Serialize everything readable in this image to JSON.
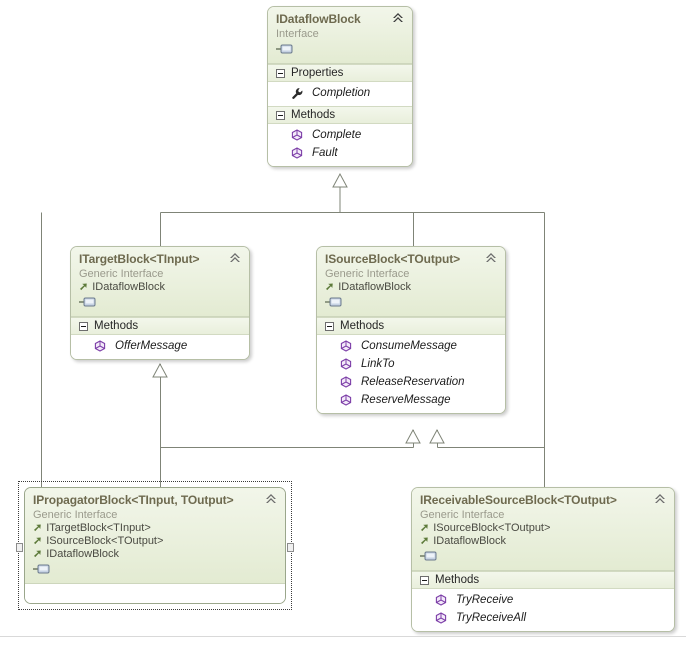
{
  "diagram": {
    "kind": "uml-class-diagram",
    "colors": {
      "node_border": "#b6bfa6",
      "header_gradient_top": "#f2f6ea",
      "header_gradient_bottom": "#e3ebd2",
      "title_text": "#6e6a4f",
      "stereotype_text": "#9a9a8c",
      "compartment_band": "#e9efdc",
      "connector": "#7f8477",
      "method_icon": "#7d3fa8",
      "property_icon": "#3a3a3a",
      "inherit_arrow": "#5d7a3a",
      "canvas": "#ffffff"
    },
    "icons": {
      "collapse": "chevron-double-up-icon",
      "expander": "minus-box-icon",
      "interface_port": "lollipop-interface-icon",
      "method": "method-cube-icon",
      "property": "property-wrench-icon",
      "inheritance_ref": "inherit-arrow-icon"
    }
  },
  "nodes": [
    {
      "id": "idataflowblock",
      "title": "IDataflowBlock",
      "stereotype": "Interface",
      "bases": [],
      "compartments": [
        {
          "label": "Properties",
          "members": [
            "Completion"
          ],
          "member_icon": "property-wrench-icon"
        },
        {
          "label": "Methods",
          "members": [
            "Complete",
            "Fault"
          ],
          "member_icon": "method-cube-icon"
        }
      ],
      "selected": false
    },
    {
      "id": "itargetblock",
      "title": "ITargetBlock<TInput>",
      "stereotype": "Generic Interface",
      "bases": [
        "IDataflowBlock"
      ],
      "compartments": [
        {
          "label": "Methods",
          "members": [
            "OfferMessage"
          ],
          "member_icon": "method-cube-icon"
        }
      ],
      "selected": false
    },
    {
      "id": "isourceblock",
      "title": "ISourceBlock<TOutput>",
      "stereotype": "Generic Interface",
      "bases": [
        "IDataflowBlock"
      ],
      "compartments": [
        {
          "label": "Methods",
          "members": [
            "ConsumeMessage",
            "LinkTo",
            "ReleaseReservation",
            "ReserveMessage"
          ],
          "member_icon": "method-cube-icon"
        }
      ],
      "selected": false
    },
    {
      "id": "ipropagatorblock",
      "title": "IPropagatorBlock<TInput, TOutput>",
      "stereotype": "Generic Interface",
      "bases": [
        "ITargetBlock<TInput>",
        "ISourceBlock<TOutput>",
        "IDataflowBlock"
      ],
      "compartments": [],
      "selected": true
    },
    {
      "id": "ireceivablesourceblock",
      "title": "IReceivableSourceBlock<TOutput>",
      "stereotype": "Generic Interface",
      "bases": [
        "ISourceBlock<TOutput>",
        "IDataflowBlock"
      ],
      "compartments": [
        {
          "label": "Methods",
          "members": [
            "TryReceive",
            "TryReceiveAll"
          ],
          "member_icon": "method-cube-icon"
        }
      ],
      "selected": false
    }
  ],
  "connections": [
    {
      "from": "itargetblock",
      "to": "idataflowblock",
      "type": "inheritance"
    },
    {
      "from": "isourceblock",
      "to": "idataflowblock",
      "type": "inheritance"
    },
    {
      "from": "ipropagatorblock",
      "to": "itargetblock",
      "type": "inheritance"
    },
    {
      "from": "ipropagatorblock",
      "to": "isourceblock",
      "type": "inheritance"
    },
    {
      "from": "ireceivablesourceblock",
      "to": "isourceblock",
      "type": "inheritance"
    }
  ]
}
